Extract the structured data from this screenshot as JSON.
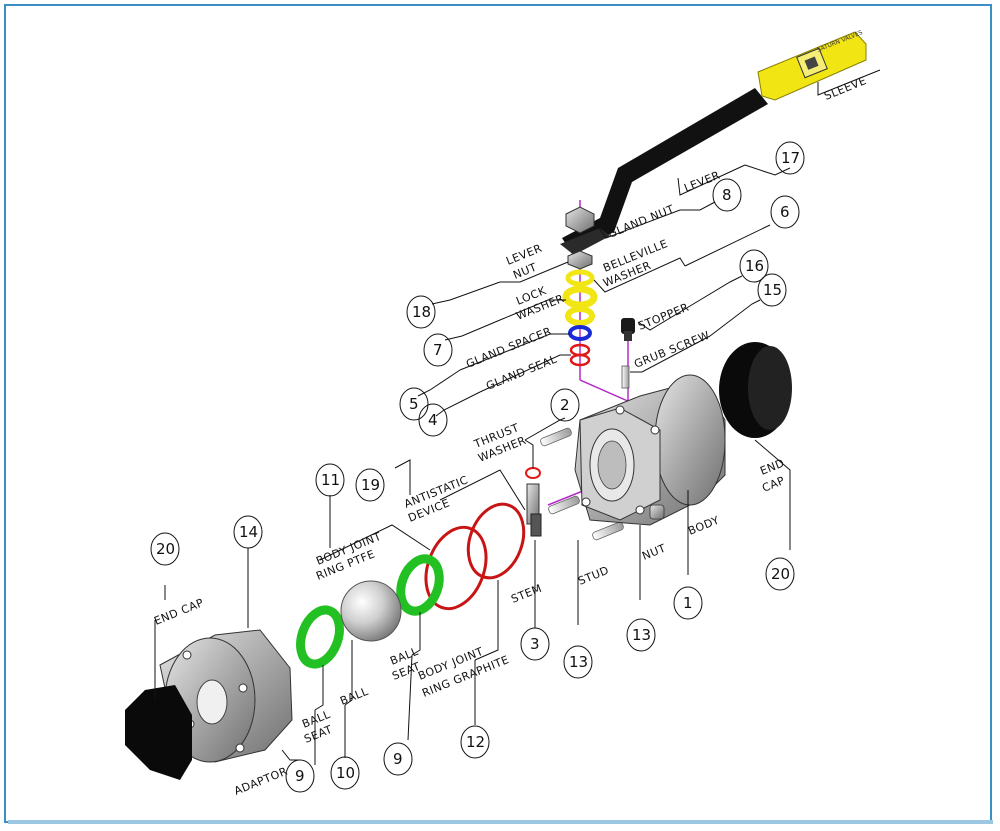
{
  "diagram": {
    "labels": {
      "sleeve": "SLEEVE",
      "lever": "LEVER",
      "gland_nut": "GLAND NUT",
      "belleville_1": "BELLEVILLE",
      "belleville_2": "WASHER",
      "lever_nut_1": "LEVER",
      "lever_nut_2": "NUT",
      "lock_washer_1": "LOCK",
      "lock_washer_2": "WASHER",
      "gland_spacer": "GLAND SPACER",
      "gland_seal": "GLAND SEAL",
      "stopper": "STOPPER",
      "grub_screw": "GRUB SCREW",
      "thrust_washer_1": "THRUST",
      "thrust_washer_2": "WASHER",
      "antistatic_1": "ANTISTATIC",
      "antistatic_2": "DEVICE",
      "body_joint_ptfe_1": "BODY JOINT",
      "body_joint_ptfe_2": "RING PTFE",
      "end_cap_left": "END CAP",
      "end_cap_right_1": "END",
      "end_cap_right_2": "CAP",
      "stem": "STEM",
      "stud": "STUD",
      "nut": "NUT",
      "body": "BODY",
      "ball_seat_left_1": "BALL",
      "ball_seat_left_2": "SEAT",
      "ball": "BALL",
      "ball_seat_right_1": "BALL",
      "ball_seat_right_2": "SEAT",
      "body_joint_graphite_1": "BODY JOINT",
      "body_joint_graphite_2": "RING GRAPHITE",
      "adaptor": "ADAPTOR",
      "logo": "SATURN VALVES"
    },
    "numbers": {
      "n17": "17",
      "n8": "8",
      "n6": "6",
      "n16": "16",
      "n15": "15",
      "n18": "18",
      "n7": "7",
      "n5": "5",
      "n4": "4",
      "n2": "2",
      "n11": "11",
      "n19": "19",
      "n20_left": "20",
      "n14": "14",
      "n3": "3",
      "n13_stud": "13",
      "n13_nut": "13",
      "n1": "1",
      "n20_right": "20",
      "n9_left": "9",
      "n10": "10",
      "n9_right": "9",
      "n12": "12"
    },
    "colors": {
      "frame": "#3a8fc4",
      "lever": "#111111",
      "sleeve": "#f2e514",
      "belleville": "#f2e514",
      "gland_spacer": "#1a2bd6",
      "gland_seal": "#e01818",
      "joint_ring": "#c81414",
      "ball_seat": "#22c022",
      "axis_line": "#b52ac8",
      "metal": "#b9b9b9",
      "end_cap": "#0a0a0a"
    }
  }
}
